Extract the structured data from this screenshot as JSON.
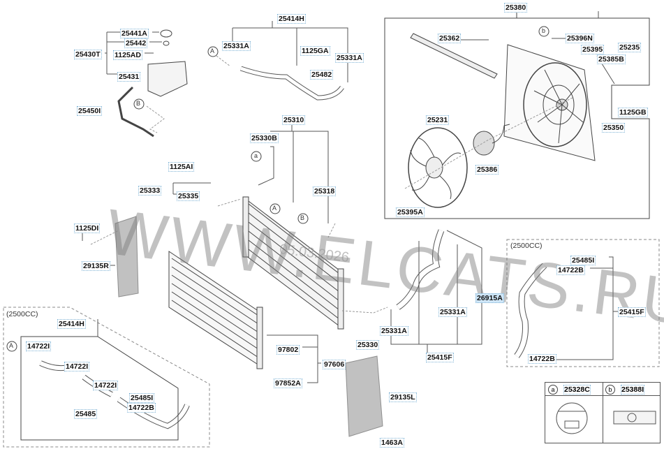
{
  "watermark": {
    "text": "WWW.ELCATS.RU",
    "date": "05.03.2026"
  },
  "group_notes": {
    "left_variant": "(2500CC)",
    "right_variant": "(2500CC)"
  },
  "callouts": {
    "A": "A",
    "B": "B",
    "a": "a",
    "b": "b"
  },
  "labels": {
    "p25380": "25380",
    "p25414H_top": "25414H",
    "p25441A": "25441A",
    "p25442": "25442",
    "p25430T": "25430T",
    "p1125AD": "1125AD",
    "p25431": "25431",
    "p25450": "25450I",
    "p25331A_1": "25331A",
    "p1125GA": "1125GA",
    "p25331A_2": "25331A",
    "p25482": "25482",
    "p25310": "25310",
    "p25330B": "25330B",
    "p1125AL": "1125AI",
    "p25333": "25333",
    "p25335": "25335",
    "p25318": "25318",
    "p1125DI": "1125DI",
    "p29135R": "29135R",
    "p25362": "25362",
    "p25396N": "25396N",
    "p25395": "25395",
    "p25235": "25235",
    "p25385B": "25385B",
    "p1125GB": "1125GB",
    "p25350": "25350",
    "p25231": "25231",
    "p25386": "25386",
    "p25395A": "25395A",
    "p26915A": "26915A",
    "p25331A_3": "25331A",
    "p25331A_4": "25331A",
    "p25330": "25330",
    "p25415F": "25415F",
    "p97802": "97802",
    "p97606": "97606",
    "p97852A": "97852A",
    "p29135L": "29135L",
    "p1463A": "1463A",
    "p25414H_b": "25414H",
    "p14722_1": "14722I",
    "p14722_2": "14722I",
    "p14722_3": "14722I",
    "p25485L": "25485I",
    "p14722B_1": "14722B",
    "p25485": "25485",
    "r25485I": "25485I",
    "r14722B_1": "14722B",
    "r25415F": "25415F",
    "r14722B_2": "14722B"
  },
  "legend": {
    "a": {
      "marker": "a",
      "code": "25328C"
    },
    "b": {
      "marker": "b",
      "code": "25388I"
    }
  }
}
